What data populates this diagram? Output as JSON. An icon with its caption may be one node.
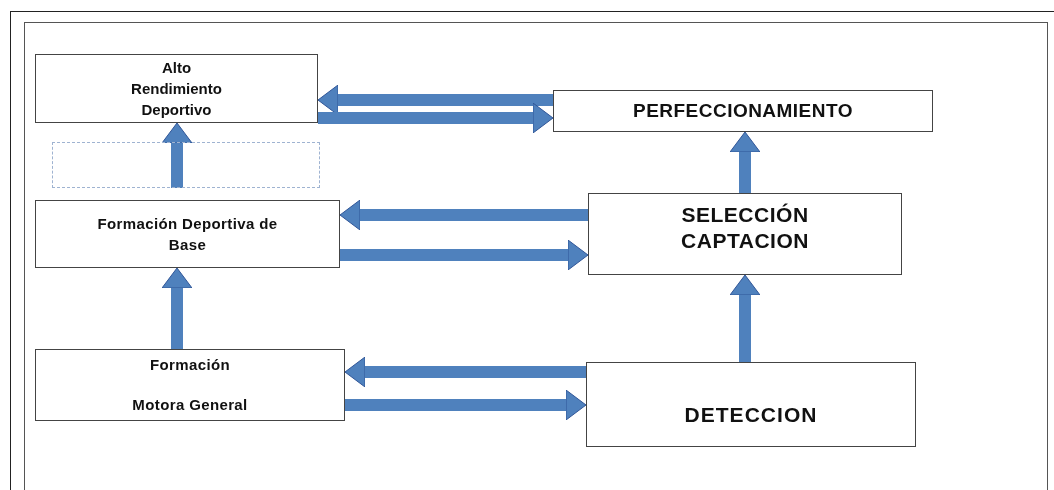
{
  "diagram": {
    "nodes": [
      {
        "text": [
          "Alto Rendimiento Deportivo"
        ]
      },
      {
        "text": [
          "PERFECCIONAMIENTO"
        ]
      },
      {
        "text": [],
        "shape": "box"
      },
      {
        "text": [
          "Formación Deportiva de Base"
        ]
      },
      {
        "text": [
          "SELECCIÓN CAPTACION"
        ]
      },
      {
        "text": [
          "Formación",
          "Motora General"
        ]
      },
      {
        "text": [
          "DETECCION"
        ]
      }
    ],
    "edges": [
      {
        "from": 1,
        "to": 0,
        "arrow": "to"
      },
      {
        "from": 0,
        "to": 1,
        "arrow": "to"
      },
      {
        "from": 2,
        "to": 0,
        "arrow": "to"
      },
      {
        "from": 4,
        "to": 3,
        "arrow": "to"
      },
      {
        "from": 3,
        "to": 4,
        "arrow": "to"
      },
      {
        "from": 5,
        "to": 3,
        "arrow": "to"
      },
      {
        "from": 6,
        "to": 5,
        "arrow": "to"
      },
      {
        "from": 5,
        "to": 6,
        "arrow": "to"
      },
      {
        "from": 4,
        "to": 1,
        "arrow": "to"
      },
      {
        "from": 6,
        "to": 4,
        "arrow": "to"
      }
    ]
  }
}
